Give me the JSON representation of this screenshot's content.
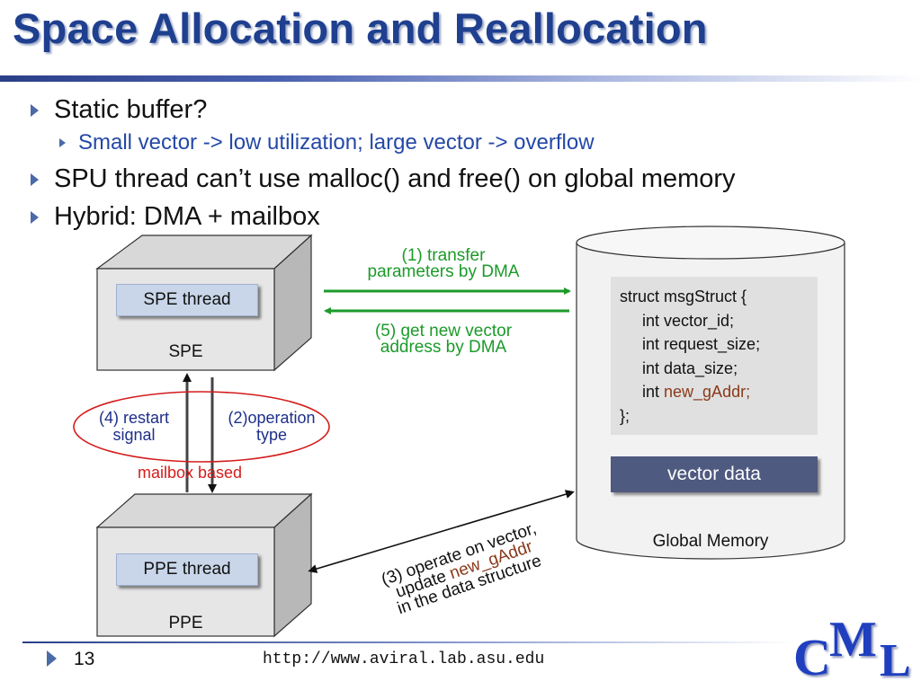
{
  "slide": {
    "title": "Space Allocation and Reallocation",
    "page_number": "13",
    "url": "http://www.aviral.lab.asu.edu"
  },
  "bullets": [
    {
      "level": 1,
      "text": "Static buffer?"
    },
    {
      "level": 2,
      "text": "Small vector -> low utilization; large vector -> overflow"
    },
    {
      "level": 1,
      "text": "SPU thread can’t use malloc() and free() on global memory"
    },
    {
      "level": 1,
      "text": "Hybrid: DMA + mailbox"
    }
  ],
  "diagram": {
    "spe": {
      "thread_label": "SPE thread",
      "box_label": "SPE"
    },
    "ppe": {
      "thread_label": "PPE thread",
      "box_label": "PPE"
    },
    "dma_transfer": {
      "line1": "(1) transfer",
      "line2": "parameters by DMA"
    },
    "dma_new_vector": {
      "line1": "(5) get new vector",
      "line2": "address by DMA"
    },
    "restart_signal": {
      "line1": "(4) restart",
      "line2": "signal"
    },
    "operation_type": {
      "line1": "(2)operation",
      "line2": "type"
    },
    "mailbox_label": "mailbox based",
    "operate": {
      "line1": "(3) operate on vector,",
      "line2_prefix": "update ",
      "line2_highlight": "new_gAddr",
      "line3": "in the data structure"
    },
    "global_memory": {
      "struct_lines": [
        "struct msgStruct {",
        "int vector_id;",
        "int request_size;",
        "int data_size;"
      ],
      "struct_last_prefix": "int ",
      "struct_last_highlight": "new_gAddr;",
      "struct_close": "};",
      "vector_data_label": "vector data",
      "label": "Global Memory"
    },
    "colors": {
      "green_arrow": "#1c9a2a",
      "red_ellipse": "#d41c1c",
      "title_blue": "#1f3f8f",
      "highlight_brown": "#8a3a1a"
    }
  },
  "logo": {
    "letters": [
      "C",
      "M",
      "L"
    ]
  }
}
